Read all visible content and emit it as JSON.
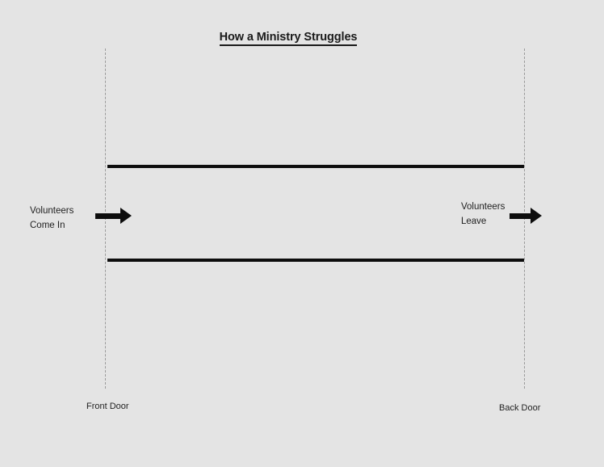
{
  "diagram": {
    "title": "How a Ministry Struggles",
    "background_color": "#e4e4e4",
    "line_color": "#0d0d0d",
    "dashed_line_color": "#9a9a9a",
    "text_color": "#1f1f1f",
    "entry": {
      "label_line1": "Volunteers",
      "label_line2": "Come In",
      "arrow_direction": "right"
    },
    "exit": {
      "label_line1": "Volunteers",
      "label_line2": "Leave",
      "arrow_direction": "right"
    },
    "doors": {
      "front": "Front Door",
      "back": "Back Door"
    }
  }
}
